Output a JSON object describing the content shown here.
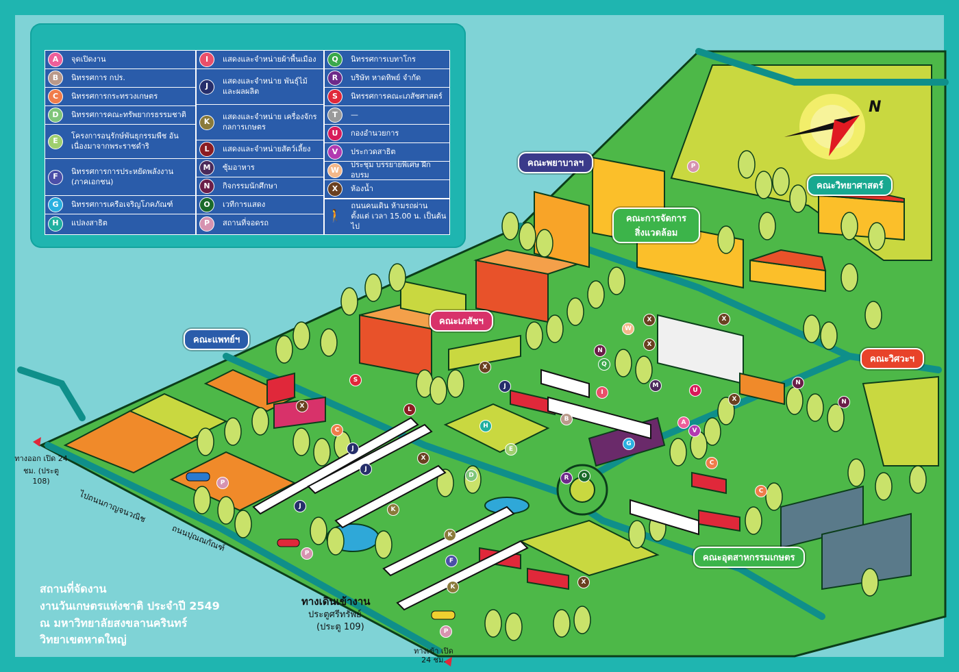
{
  "legend": {
    "col1": [
      {
        "code": "A",
        "label": "จุดเปิดงาน",
        "color": "#ee5f9a"
      },
      {
        "code": "B",
        "label": "นิทรรศการ กปร.",
        "color": "#b9998a"
      },
      {
        "code": "C",
        "label": "นิทรรศการกระทรวงเกษตร",
        "color": "#f07c4a"
      },
      {
        "code": "D",
        "label": "นิทรรศการคณะทรัพยากรธรรมชาติ",
        "color": "#7fc57a"
      },
      {
        "code": "E",
        "label": "โครงการอนุรักษ์พันธุกรรมพืช อันเนื่องมาจากพระราชดำริ",
        "color": "#9fcf6e"
      },
      {
        "code": "F",
        "label": "นิทรรศการการประหยัดพลังงาน (ภาคเอกชน)",
        "color": "#4b4fa8"
      },
      {
        "code": "G",
        "label": "นิทรรศการเครือเจริญโภคภัณฑ์",
        "color": "#2ab0e0"
      },
      {
        "code": "H",
        "label": "แปลงสาธิต",
        "color": "#21b0a0"
      }
    ],
    "col2": [
      {
        "code": "I",
        "label": "แสดงและจำหน่ายผ้าพื้นเมือง",
        "color": "#ea4f6a"
      },
      {
        "code": "J",
        "label": "แสดงและจำหน่าย พันธุ์ไม้และผลผลิต",
        "color": "#262f6b"
      },
      {
        "code": "K",
        "label": "แสดงและจำหน่าย เครื่องจักรกลการเกษตร",
        "color": "#8a7a3a"
      },
      {
        "code": "L",
        "label": "แสดงและจำหน่ายสัตว์เลี้ยง",
        "color": "#8a1c22"
      },
      {
        "code": "M",
        "label": "ซุ้มอาหาร",
        "color": "#4a2a5a"
      },
      {
        "code": "N",
        "label": "กิจกรรมนักศึกษา",
        "color": "#6a1e48"
      },
      {
        "code": "O",
        "label": "เวทีการแสดง",
        "color": "#1a6a2a"
      },
      {
        "code": "P",
        "label": "สถานที่จอดรถ",
        "color": "#d693b0"
      }
    ],
    "col3": [
      {
        "code": "Q",
        "label": "นิทรรศการเบทาโกร",
        "color": "#3aa84a"
      },
      {
        "code": "R",
        "label": "บริษัท หาดทิพย์ จำกัด",
        "color": "#6e2a8a"
      },
      {
        "code": "S",
        "label": "นิทรรศการคณะเภสัชศาสตร์",
        "color": "#e0283a"
      },
      {
        "code": "T",
        "label": "—",
        "color": "#9a9a9a"
      },
      {
        "code": "U",
        "label": "กองอำนวยการ",
        "color": "#d81b5a"
      },
      {
        "code": "V",
        "label": "ประกวดสาธิต",
        "color": "#b23ab0"
      },
      {
        "code": "W",
        "label": "ประชุม บรรยายพิเศษ ฝึกอบรม",
        "color": "#f4b88a"
      },
      {
        "code": "X",
        "label": "ห้องน้ำ",
        "color": "#6a4020"
      }
    ],
    "walk_note": "ถนนคนเดิน ห้ามรถผ่าน ตั้งแต่ เวลา 15.00 น. เป็นต้นไป"
  },
  "faculties": [
    {
      "key": "nursing",
      "label": "คณะพยาบาลฯ",
      "color": "#3a3a8a"
    },
    {
      "key": "science",
      "label": "คณะวิทยาศาสตร์",
      "color": "#18a890"
    },
    {
      "key": "environment",
      "label": "คณะการจัดการ สิ่งแวดล้อม",
      "color": "#3cb44a"
    },
    {
      "key": "pharmacy",
      "label": "คณะเภสัชฯ",
      "color": "#d8326a"
    },
    {
      "key": "medicine",
      "label": "คณะแพทย์ฯ",
      "color": "#2a5caa"
    },
    {
      "key": "engineering",
      "label": "คณะวิศวะฯ",
      "color": "#e8432a"
    },
    {
      "key": "agro_industry",
      "label": "คณะอุตสาหกรรมเกษตร",
      "color": "#3cb44a"
    }
  ],
  "roads": {
    "exit_gate": "ทางออก เปิด 24 ชม. (ประตู 108)",
    "to_kanchanavanich": "ไปถนนกาญจนวณิช",
    "punnakan_road": "ถนนปุณณกัณฑ์",
    "main_entrance": "ทางเดินเข้างาน",
    "gate_name": "ประตูศรีทรัพย์",
    "gate_number": "(ประตู 109)",
    "entry_gate": "ทางเข้า เปิด 24 ชม."
  },
  "venue": {
    "line1": "สถานที่จัดงาน",
    "line2": "งานวันเกษตรแห่งชาติ ประจำปี 2549",
    "line3": "ณ มหาวิทยาลัยสงขลานครินทร์",
    "line4": "วิทยาเขตหาดใหญ่"
  },
  "compass": {
    "north": "N"
  }
}
